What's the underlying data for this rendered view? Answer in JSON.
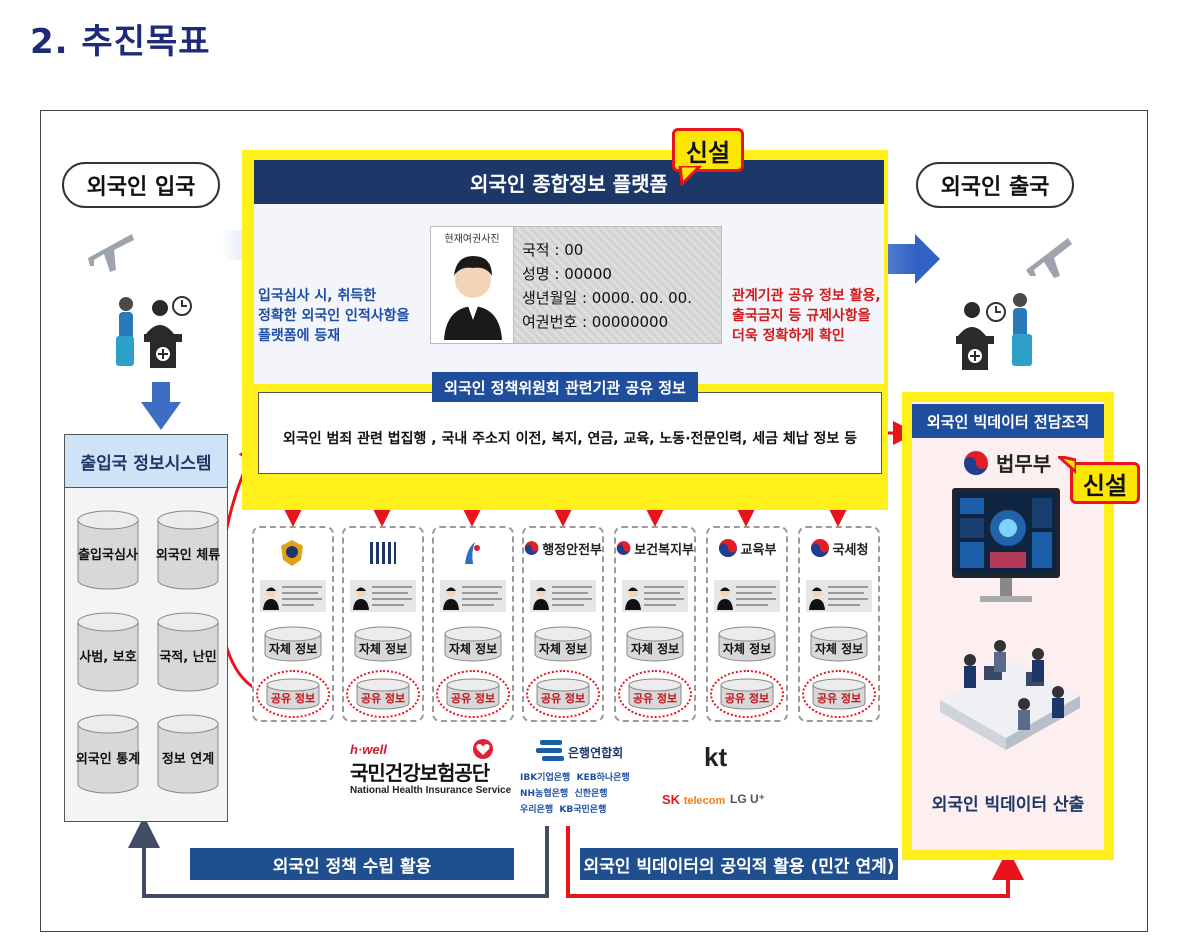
{
  "title": "2. 추진목표",
  "entry": {
    "label": "외국인 입국"
  },
  "exit": {
    "label": "외국인 출국"
  },
  "platform": {
    "title": "외국인 종합정보 플랫폼",
    "new_badge": "신설",
    "entry_text": [
      "입국심사 시, 취득한",
      "정확한 외국인 인적사항을",
      "플랫폼에 등재"
    ],
    "exit_text": [
      "관계기관 공유 정보 활용,",
      "출국금지 등 규제사항을",
      "더욱 정확하게 확인"
    ],
    "passport": {
      "photo_label": "현재여권사진",
      "fields": [
        "국적 : 00",
        "성명 : 00000",
        "생년월일 : 0000. 00. 00.",
        "여권번호 : 00000000"
      ]
    },
    "committee_label": "외국인 정책위원회 관련기관 공유 정보",
    "shared_info": "외국인 범죄 관련 법집행 , 국내 주소지 이전, 복지, 연금, 교육, 노동·전문인력, 세금 체납 정보 등"
  },
  "immigration_system": {
    "title": "출입국 정보시스템",
    "items": [
      "출입국심사",
      "외국인 체류",
      "사범, 보호",
      "국적, 난민",
      "외국인 통계",
      "정보 연계"
    ]
  },
  "agencies": [
    {
      "name": "",
      "icon": "police-emblem-icon"
    },
    {
      "name": "",
      "icon": "court-emblem-icon"
    },
    {
      "name": "",
      "icon": "justice-emblem-icon"
    },
    {
      "name": "행정안전부",
      "icon": "gov-emblem-icon"
    },
    {
      "name": "보건복지부",
      "icon": "gov-emblem-icon"
    },
    {
      "name": "교육부",
      "icon": "gov-emblem-icon"
    },
    {
      "name": "국세청",
      "icon": "gov-emblem-icon"
    }
  ],
  "agency_own_info": "자체 정보",
  "agency_shared_info": "공유 정보",
  "bigdata_org": {
    "title": "외국인 빅데이터 전담조직",
    "new_badge": "신설",
    "ministry": "법무부",
    "output": "외국인 빅데이터 산출"
  },
  "private_logos": {
    "nhis_small": "h·well",
    "nhis_ko": "국민건강보험공단",
    "nhis_en": "National Health Insurance Service",
    "bank_assoc": "은행연합회",
    "banks": [
      "IBK기업은행",
      "KEB하나은행",
      "NH농협은행",
      "신한은행",
      "우리은행",
      "KB국민은행"
    ],
    "kt": "kt",
    "sk": "SK",
    "sk_sub": "telecom",
    "lgu": "LG U⁺"
  },
  "bottom_left_label": "외국인 정책 수립 활용",
  "bottom_right_label": "외국인 빅데이터의 공익적 활용 (민간 연계)",
  "colors": {
    "navy": "#1d3768",
    "yellow": "#ffef1a",
    "red": "#e8141c",
    "blue_arrow": "#3a6fc9"
  }
}
